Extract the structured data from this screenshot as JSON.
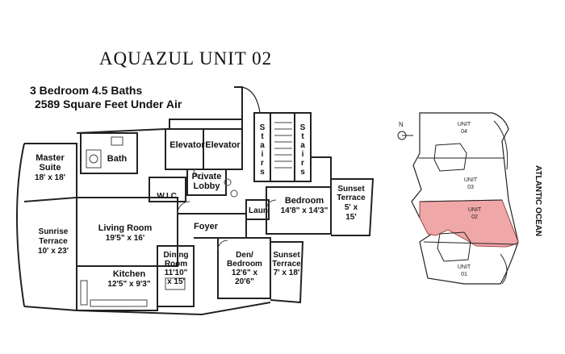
{
  "title": "AQUAZUL UNIT 02",
  "summary": {
    "line1": "3 Bedroom 4.5 Baths",
    "line2": "2589 Square Feet Under Air"
  },
  "rooms": {
    "master_suite": {
      "name": "Master",
      "name2": "Suite",
      "size": "18' x 18'"
    },
    "bath": {
      "name": "Bath"
    },
    "elevator_left": {
      "name": "Elevator"
    },
    "elevator_right": {
      "name": "Elevator"
    },
    "private_lobby": {
      "name": "Private",
      "name2": "Lobby"
    },
    "wic": {
      "name": "W.I.C."
    },
    "stairs_left": {
      "letters": [
        "S",
        "t",
        "a",
        "i",
        "r",
        "s"
      ]
    },
    "stairs_right": {
      "letters": [
        "S",
        "t",
        "a",
        "i",
        "r",
        "s"
      ]
    },
    "sunset_terrace_top": {
      "name": "Sunset",
      "name2": "Terrace",
      "size1": "5' x",
      "size2": "15'"
    },
    "bedroom": {
      "name": "Bedroom",
      "size": "14'8\" x 14'3\""
    },
    "laundry": {
      "name": "Laun"
    },
    "foyer": {
      "name": "Foyer"
    },
    "living_room": {
      "name": "Living Room",
      "size": "19'5\" x 16'"
    },
    "sunrise_terrace": {
      "name": "Sunrise",
      "name2": "Terrace",
      "size": "10' x 23'"
    },
    "kitchen": {
      "name": "Kitchen",
      "size": "12'5\" x 9'3\""
    },
    "dining_room": {
      "name": "Dining",
      "name2": "Room",
      "size1": "11'10\"",
      "size2": "x 15'"
    },
    "den_bedroom": {
      "name": "Den/",
      "name2": "Bedroom",
      "size1": "12'6\" x",
      "size2": "20'6\""
    },
    "sunset_terrace_bottom": {
      "name": "Sunset",
      "name2": "Terrace",
      "size": "7' x 18'"
    }
  },
  "key_plan": {
    "north": "N",
    "ocean_label": "ATLANTIC OCEAN",
    "units": [
      {
        "label": "UNIT",
        "number": "04",
        "highlighted": false
      },
      {
        "label": "UNIT",
        "number": "03",
        "highlighted": false
      },
      {
        "label": "UNIT",
        "number": "02",
        "highlighted": true
      },
      {
        "label": "UNIT",
        "number": "01",
        "highlighted": false
      }
    ],
    "colors": {
      "highlight": "#F0A7A7",
      "highlight_stroke": "#9A4A4A"
    }
  }
}
